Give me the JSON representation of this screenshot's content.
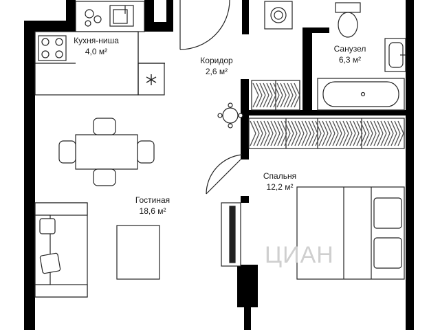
{
  "rooms": {
    "kitchen": {
      "name": "Кухня-ниша",
      "area": "4,0 м²"
    },
    "corridor": {
      "name": "Коридор",
      "area": "2,6 м²"
    },
    "bathroom": {
      "name": "Санузел",
      "area": "6,3 м²"
    },
    "living": {
      "name": "Гостиная",
      "area": "18,6 м²"
    },
    "bedroom": {
      "name": "Спальня",
      "area": "12,2 м²"
    }
  },
  "watermark": "ЦИАН",
  "colors": {
    "wall": "#000000",
    "line": "#222222",
    "fill": "#ffffff",
    "hatch": "#555555"
  }
}
